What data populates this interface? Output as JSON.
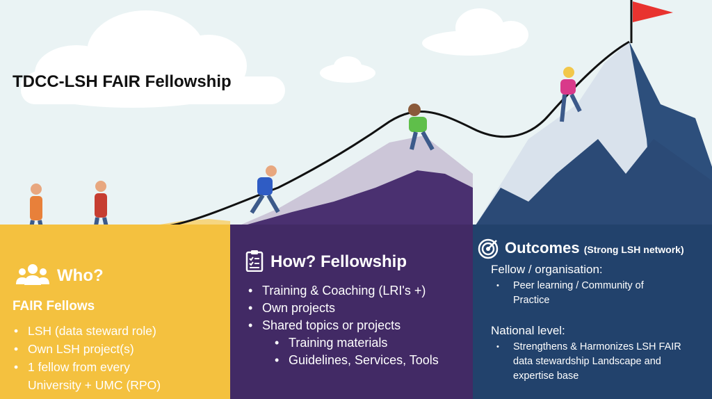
{
  "title": "TDCC-LSH FAIR Fellowship",
  "who": {
    "heading": "Who?",
    "subheading": "FAIR Fellows",
    "items": [
      "LSH (data steward role)",
      "Own LSH project(s)",
      "1 fellow from every",
      "University + UMC (RPO)"
    ]
  },
  "how": {
    "heading": "How? Fellowship",
    "items": [
      "Training & Coaching (LRI's +)",
      "Own projects",
      "Shared topics or projects"
    ],
    "subitems": [
      "Training materials",
      "Guidelines, Services, Tools"
    ]
  },
  "outcomes": {
    "heading": "Outcomes",
    "heading_note": "(Strong LSH network)",
    "section1": "Fellow / organisation:",
    "section1_items": [
      "Peer learning / Community of Practice"
    ],
    "section2": "National level:",
    "section2_items": [
      "Strengthens & Harmonizes LSH FAIR data stewardship Landscape and expertise base"
    ]
  },
  "colors": {
    "who_panel": "#f4c13f",
    "how_panel": "#422a65",
    "outcomes_panel": "#22426c",
    "flag": "#e8332f",
    "sky": "#eaf3f4"
  },
  "icons": [
    "people-icon",
    "clipboard-icon",
    "target-icon",
    "flag-icon"
  ]
}
